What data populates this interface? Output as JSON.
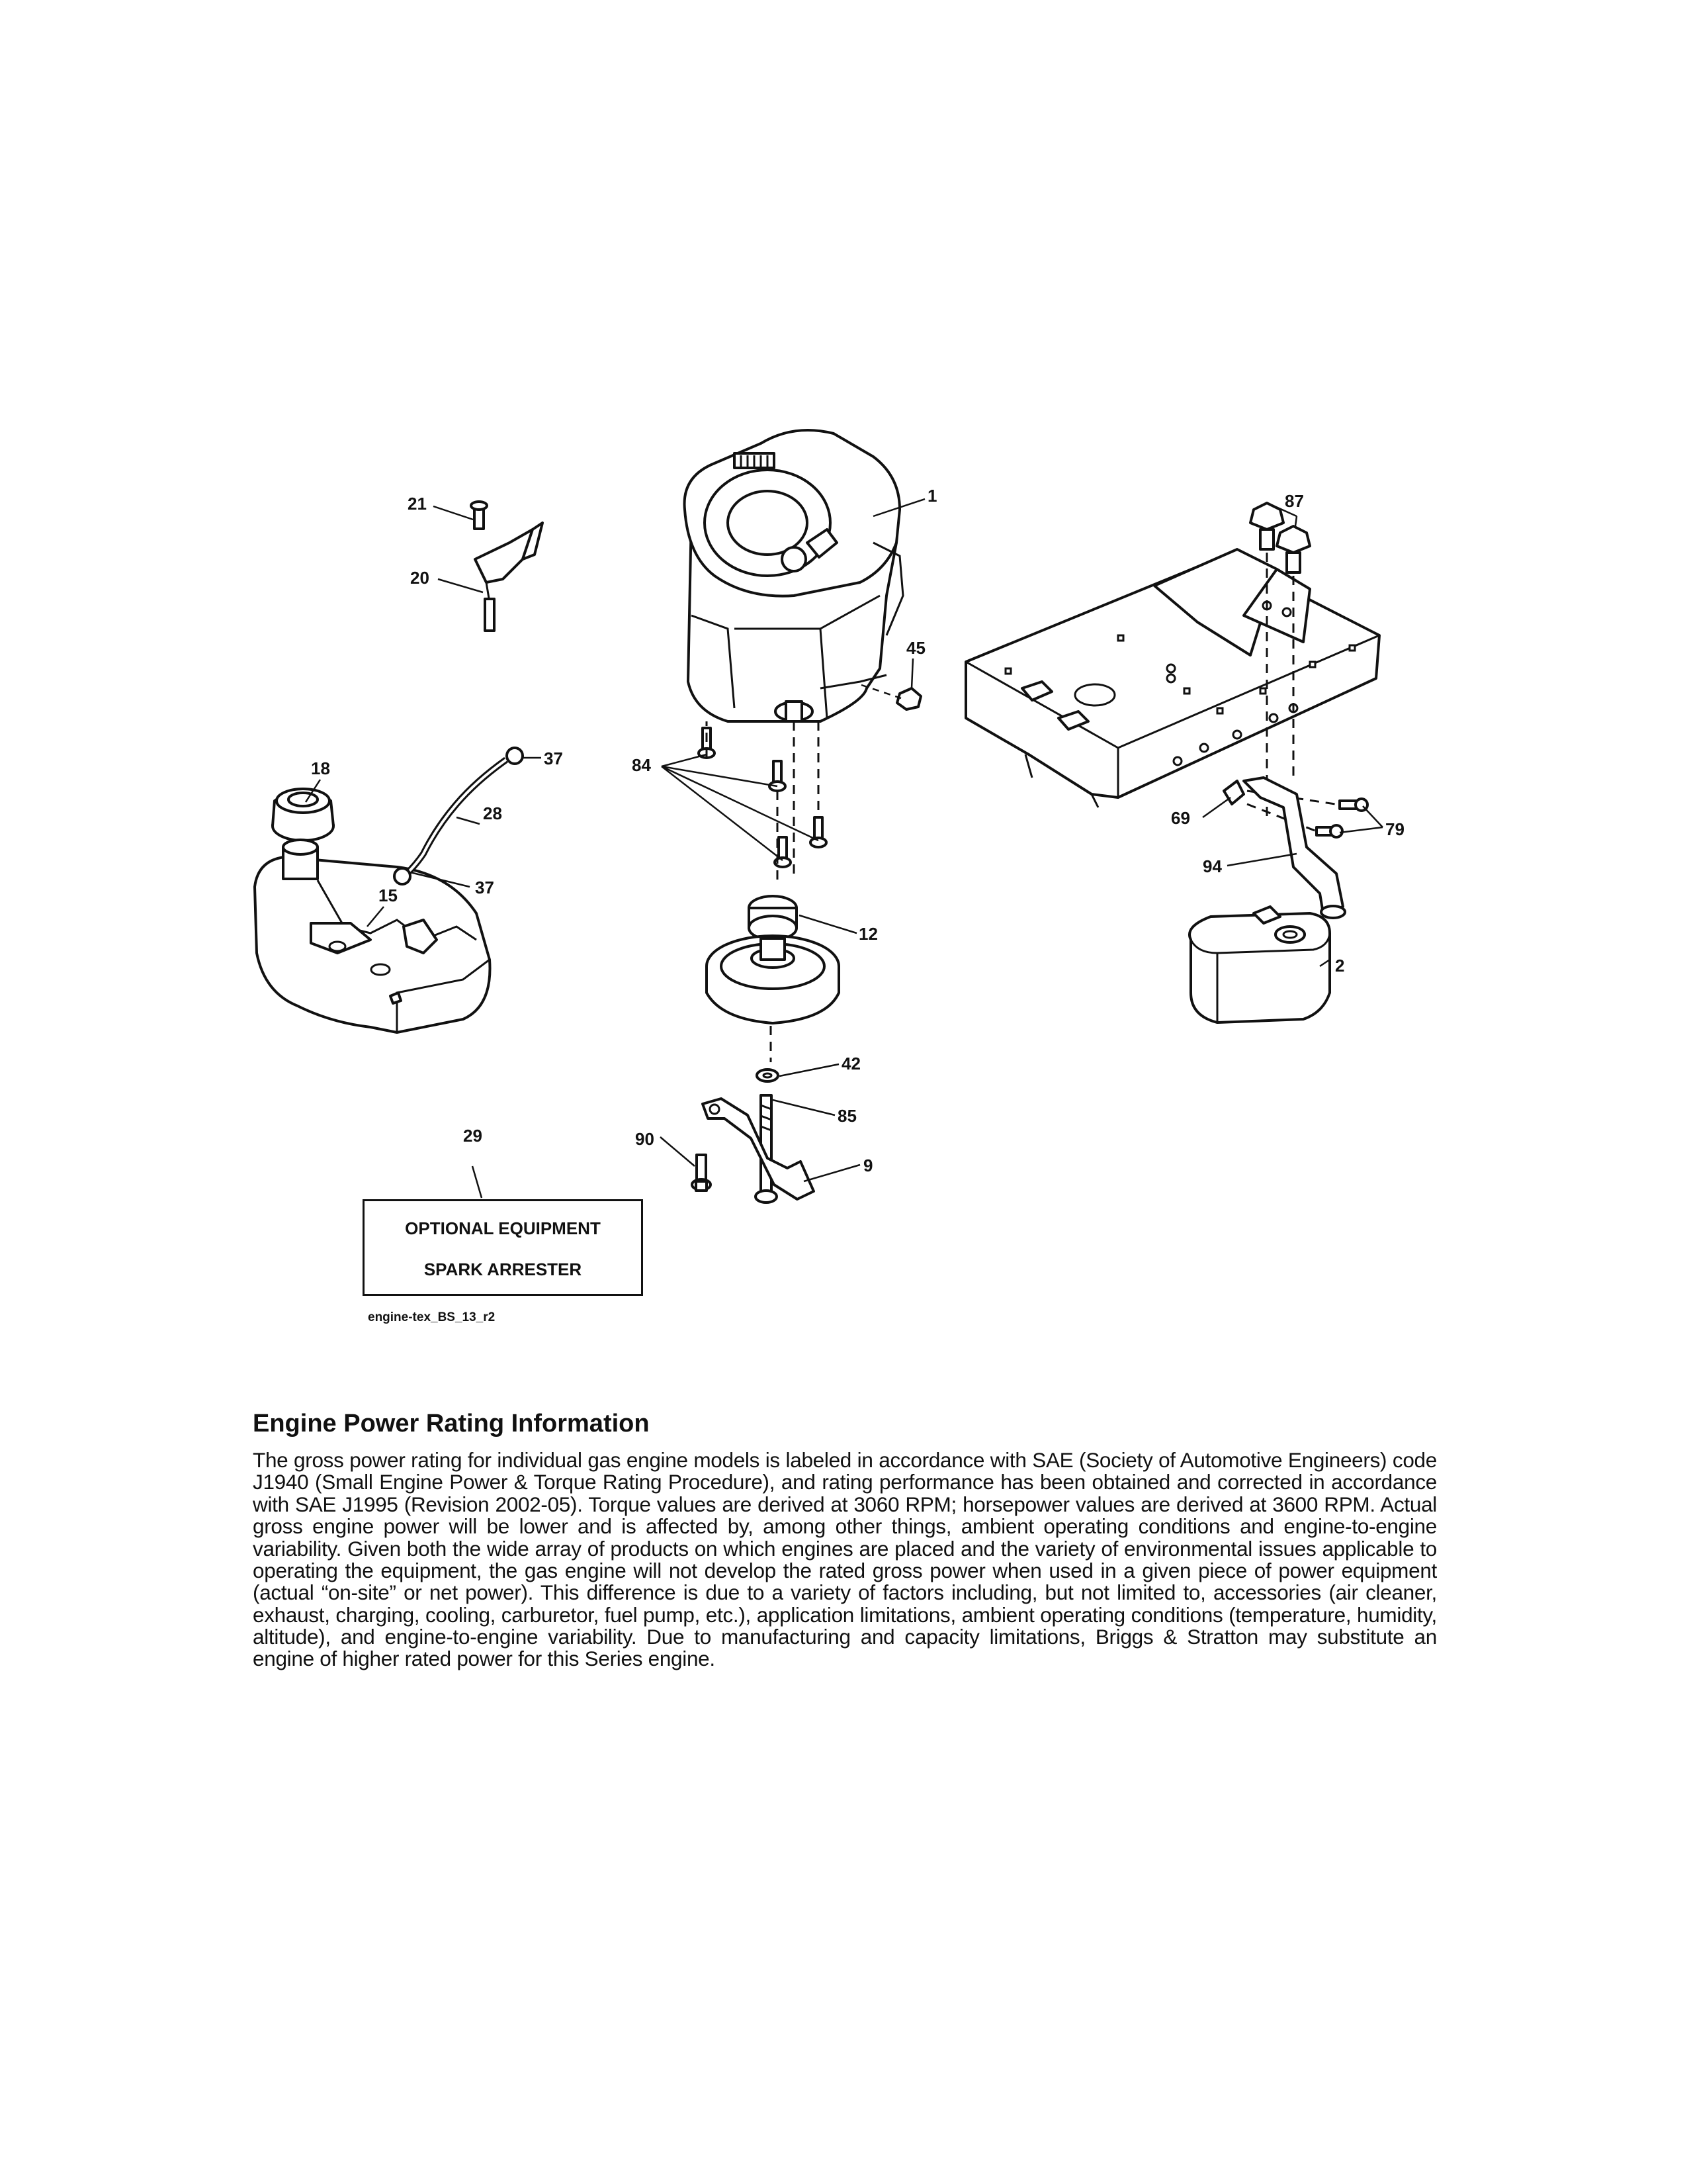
{
  "callouts": {
    "c1": "1",
    "c2": "2",
    "c9": "9",
    "c12": "12",
    "c15": "15",
    "c18": "18",
    "c20": "20",
    "c21": "21",
    "c28": "28",
    "c29": "29",
    "c37a": "37",
    "c37b": "37",
    "c42": "42",
    "c45": "45",
    "c69": "69",
    "c79": "79",
    "c84": "84",
    "c85": "85",
    "c87": "87",
    "c90": "90",
    "c94": "94"
  },
  "optional_box": {
    "line1": "OPTIONAL EQUIPMENT",
    "line2": "SPARK ARRESTER"
  },
  "figure_code": "engine-tex_BS_13_r2",
  "section": {
    "heading": "Engine Power Rating Information",
    "body": "The gross power rating for individual gas engine models is labeled in accordance with SAE (Society of Automotive Engineers) code J1940 (Small Engine Power & Torque Rating Procedure), and rating performance has been obtained and corrected in accordance with SAE J1995 (Revision 2002-05). Torque values are derived at 3060 RPM; horsepower values are derived at 3600 RPM. Actual gross engine power will be lower and is affected by, among other things, ambient operating conditions and engine-to-engine variability. Given both the wide array of products on which engines are placed and the variety of environmental issues applicable to operating the equipment, the gas engine will not develop the rated gross power when used in a given piece of power equipment (actual “on-site” or net power). This difference is due to a variety of factors including, but not limited to, accessories (air cleaner, exhaust, charging, cooling, carburetor, fuel pump, etc.), application limitations, ambient operating conditions (temperature, humidity, altitude), and engine-to-engine variability. Due to manufacturing and capacity limitations, Briggs & Stratton may substitute an engine of higher rated power for this Series engine."
  }
}
